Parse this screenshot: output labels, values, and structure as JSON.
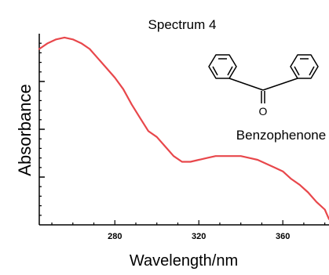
{
  "chart_data": {
    "type": "line",
    "title": "Spectrum 4",
    "xlabel": "Wavelength/nm",
    "ylabel": "Absorbance",
    "xlim": [
      244,
      382
    ],
    "ylim": [
      0,
      1.0
    ],
    "xticks": [
      280,
      320,
      360
    ],
    "grid": false,
    "annotation": "Benzophenone",
    "line_color": "#e8474b",
    "series": [
      {
        "x": [
          244,
          248,
          252,
          256,
          260,
          264,
          268,
          272,
          276,
          280,
          284,
          288,
          292,
          296,
          300,
          304,
          308,
          312,
          316,
          320,
          324,
          328,
          332,
          336,
          340,
          344,
          348,
          352,
          356,
          360,
          364,
          368,
          372,
          376,
          380,
          382
        ],
        "y": [
          0.92,
          0.95,
          0.97,
          0.98,
          0.97,
          0.95,
          0.92,
          0.87,
          0.82,
          0.77,
          0.71,
          0.63,
          0.56,
          0.49,
          0.46,
          0.41,
          0.36,
          0.33,
          0.33,
          0.34,
          0.35,
          0.36,
          0.36,
          0.36,
          0.36,
          0.35,
          0.34,
          0.32,
          0.3,
          0.28,
          0.24,
          0.21,
          0.17,
          0.12,
          0.08,
          0.03
        ]
      }
    ]
  }
}
